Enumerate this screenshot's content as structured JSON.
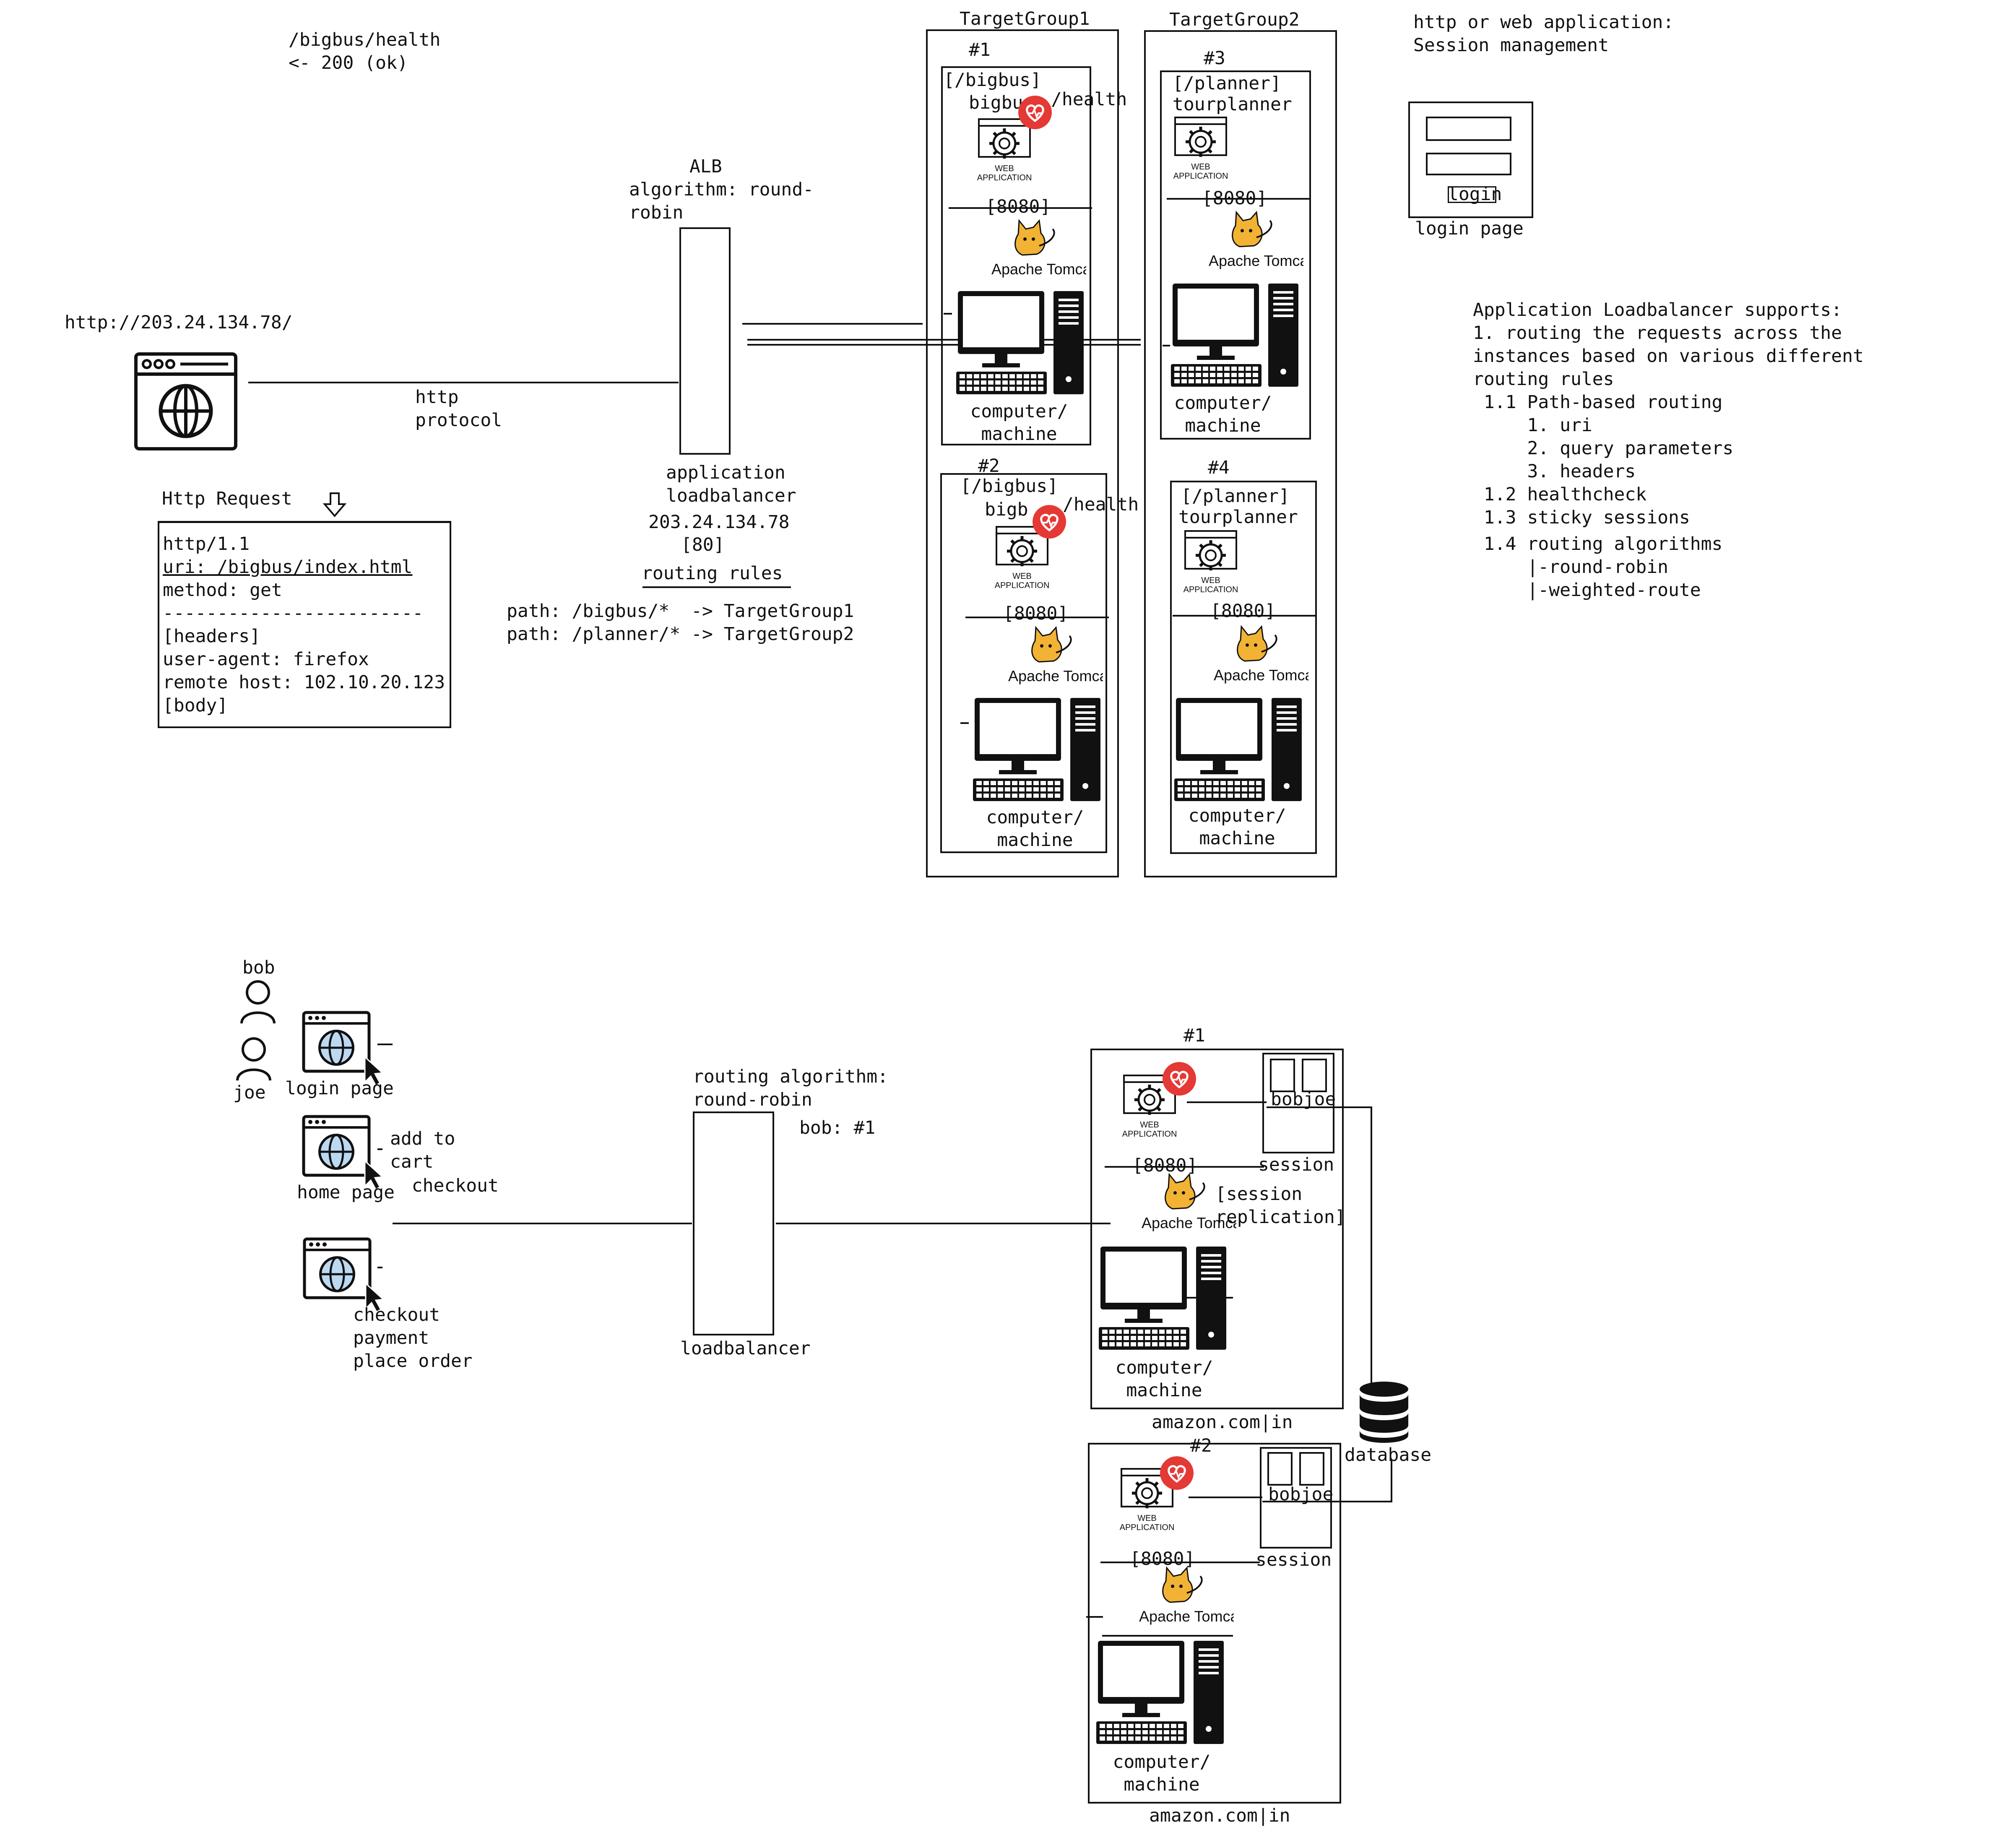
{
  "top": {
    "health": {
      "line1": "/bigbus/health",
      "line2": "<- 200 (ok)"
    },
    "client_url": "http://203.24.134.78/",
    "http_protocol": {
      "line1": "http",
      "line2": "protocol"
    },
    "alb": {
      "line1": "ALB",
      "line2": "algorithm: round-",
      "line3": "robin"
    },
    "app_lb": {
      "line1": "application",
      "line2": "loadbalancer",
      "line3": "203.24.134.78",
      "line4": "[80]"
    },
    "routing_rules_title": "routing rules",
    "routing_rules": [
      "path: /bigbus/*  -> TargetGroup1",
      "path: /planner/* -> TargetGroup2"
    ],
    "http_request": {
      "title": "Http Request",
      "lines": [
        "http/1.1",
        "uri: /bigbus/index.html",
        "method: get",
        "------------------------",
        "[headers]",
        "user-agent: firefox",
        "remote host: 102.10.20.123",
        "[body]"
      ],
      "dashes": "--------------------------"
    },
    "tg1_label": "TargetGroup1",
    "tg2_label": "TargetGroup2",
    "servers": [
      {
        "num": "#1",
        "path": "[/bigbus]",
        "name": "bigbus",
        "health": "/health",
        "port": "[8080]",
        "machine": "computer/\nmachine"
      },
      {
        "num": "#2",
        "path": "[/bigbus]",
        "name": "bigb",
        "health": "/health",
        "port": "[8080]",
        "machine": "computer/\nmachine"
      },
      {
        "num": "#3",
        "path": "[/planner]",
        "name": "tourplanner",
        "health": "",
        "port": "[8080]",
        "machine": "computer/\nmachine"
      },
      {
        "num": "#4",
        "path": "[/planner]",
        "name": "tourplanner",
        "health": "",
        "port": "[8080]",
        "machine": "computer/\nmachine"
      }
    ],
    "webapp_text": "WEB\nAPPLICATION",
    "tomcat_text": "Apache Tomcat",
    "session_mgmt": {
      "line1": "http or web application:",
      "line2": "Session management"
    },
    "login_button": "login",
    "login_page": "login page",
    "alb_supports": [
      "Application Loadbalancer supports:",
      "1. routing the requests across the",
      "instances based on various different",
      "routing rules",
      " 1.1 Path-based routing",
      "     1. uri",
      "     2. query parameters",
      "     3. headers",
      " 1.2 healthcheck",
      " 1.3 sticky sessions",
      " 1.4 routing algorithms",
      "     |-round-robin",
      "     |-weighted-route"
    ]
  },
  "bottom": {
    "users": [
      "bob",
      "joe"
    ],
    "pages": [
      "login page",
      "home page"
    ],
    "actions1": [
      "add to",
      "cart",
      "  checkout"
    ],
    "actions2": [
      "checkout",
      "payment",
      "place order"
    ],
    "routing_algorithm": {
      "line1": "routing algorithm:",
      "line2": "round-robin"
    },
    "bob_mapping": "bob: #1",
    "loadbalancer": "loadbalancer",
    "servers": [
      {
        "num": "#1",
        "port": "[8080]",
        "session_users": "bobjoe",
        "session": "session",
        "replication": "[session\nreplication]",
        "machine": "computer/\nmachine",
        "domain": "amazon.com|in"
      },
      {
        "num": "#2",
        "port": "[8080]",
        "session_users": "bobjoe",
        "session": "session",
        "replication": "",
        "machine": "computer/\nmachine",
        "domain": "amazon.com|in"
      }
    ],
    "database": "database"
  },
  "colors": {
    "ink": "#111111",
    "health_red": "#e53935",
    "tomcat_yellow": "#f2b233",
    "globe_blue": "#bcd9f2"
  }
}
